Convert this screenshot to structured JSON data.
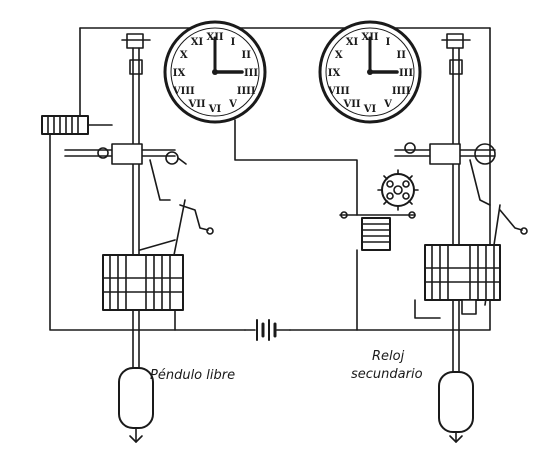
{
  "labels": {
    "free_pendulum": "Péndulo libre",
    "slave_clock_line1": "Reloj",
    "slave_clock_line2": "secundario"
  },
  "clocks": {
    "left_dial": {
      "numerals": [
        "XII",
        "I",
        "II",
        "III",
        "IIII",
        "V",
        "VI",
        "VII",
        "VIII",
        "IX",
        "X",
        "XI"
      ],
      "time": "3:00"
    },
    "right_dial": {
      "numerals": [
        "XII",
        "I",
        "II",
        "III",
        "IIII",
        "V",
        "VI",
        "VII",
        "VIII",
        "IX",
        "X",
        "XI"
      ],
      "time": "3:00"
    }
  },
  "colors": {
    "ink": "#1a1a1a",
    "paper": "#ffffff"
  }
}
